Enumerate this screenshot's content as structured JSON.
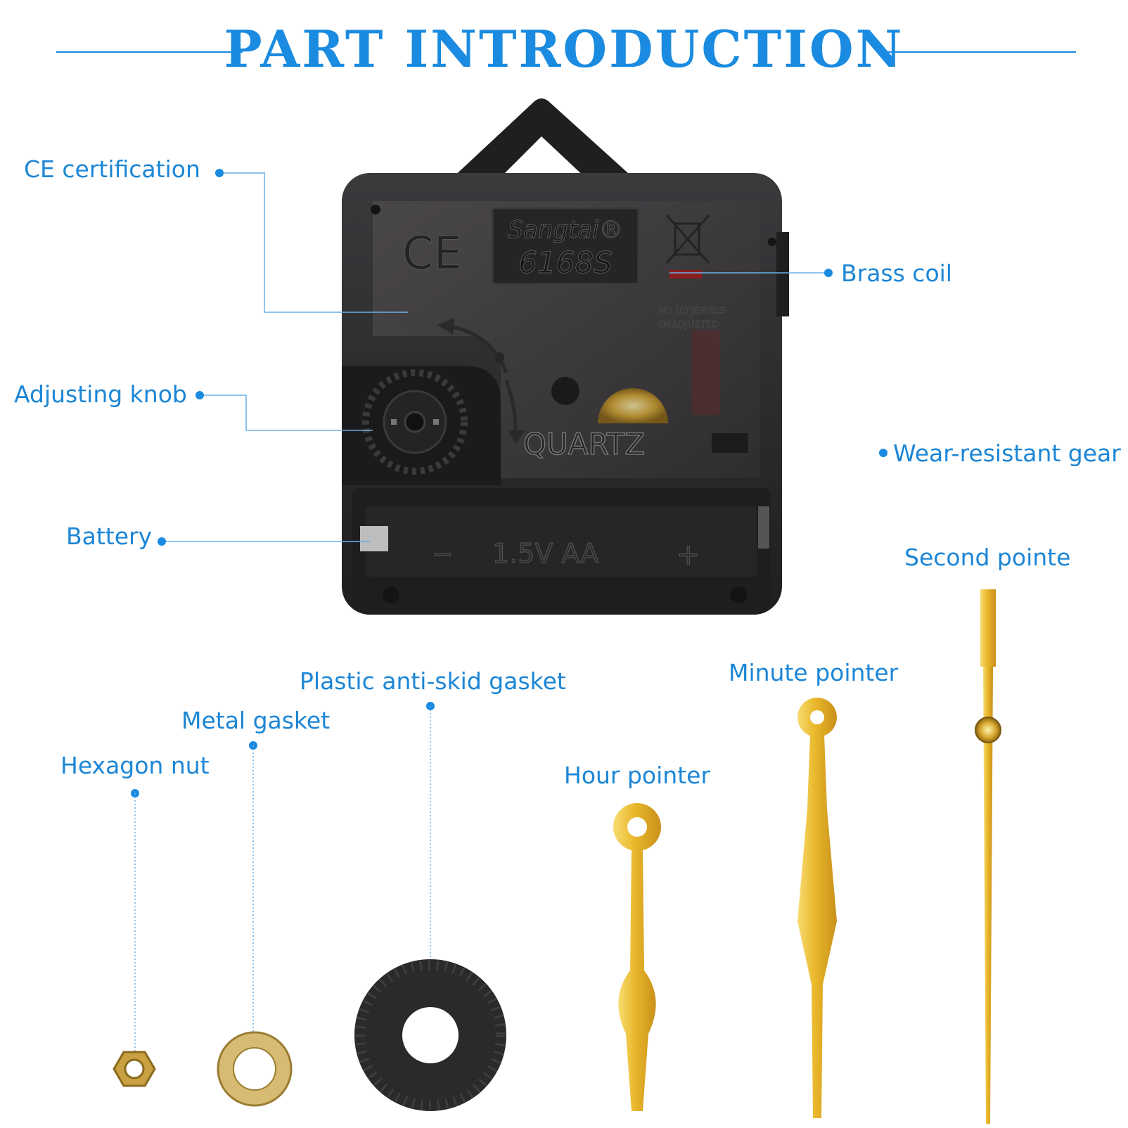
{
  "title": "PART INTRODUCTION",
  "labels": {
    "ce_certification": "CE certification",
    "brass_coil": "Brass coil",
    "adjusting_knob": "Adjusting knob",
    "wear_resistant_gear": "Wear-resistant gear",
    "battery": "Battery",
    "second_pointer": "Second pointe",
    "minute_pointer": "Minute pointer",
    "plastic_gasket": "Plastic anti-skid gasket",
    "metal_gasket": "Metal gasket",
    "hexagon_nut": "Hexagon nut",
    "hour_pointer": "Hour pointer"
  },
  "movement_print": {
    "brand": "Sangtai®",
    "model": "6168S",
    "ce_mark": "CE",
    "quartz": "QUARTZ",
    "jewels": "NO (0) JEWELS",
    "unadjusted": "UNADJUSTED",
    "minus": "−",
    "voltage": "1.5V AA",
    "plus": "+"
  },
  "colors": {
    "accent": "#1a8be0",
    "label": "#1c86d6",
    "movement": "#2b2b2d",
    "gold": "#e8b82a"
  }
}
